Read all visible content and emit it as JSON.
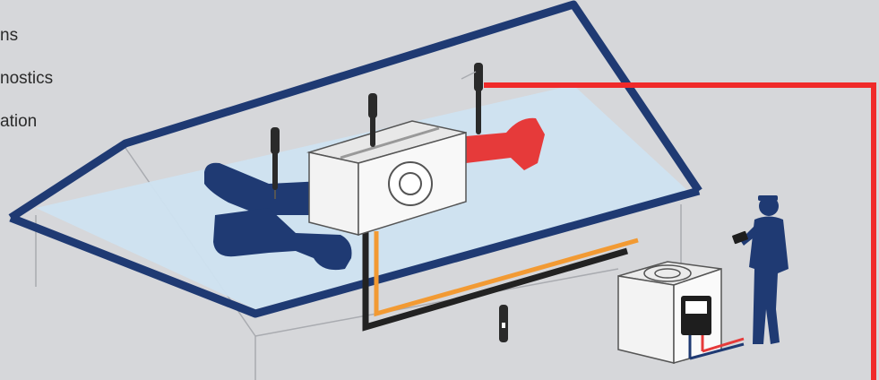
{
  "menu": {
    "items": [
      {
        "text": "ns"
      },
      {
        "text": "nostics"
      },
      {
        "text": "ation"
      }
    ]
  },
  "colors": {
    "background": "#d6d7da",
    "roof_outline": "#1f3a73",
    "attic_floor": "#cfe3f1",
    "return_duct": "#1f3a73",
    "supply_duct": "#e63a3a",
    "supply_line": "#f02a2a",
    "refrigerant_line_liquid": "#f29a33",
    "refrigerant_line_suction": "#222222",
    "technician": "#1f3a73",
    "equipment": "#f3f3f3"
  },
  "icons": [
    "temperature-probe-icon",
    "air-handler-icon",
    "blower-fan-icon",
    "condenser-unit-icon",
    "manifold-gauge-icon",
    "technician-with-tablet-icon"
  ]
}
